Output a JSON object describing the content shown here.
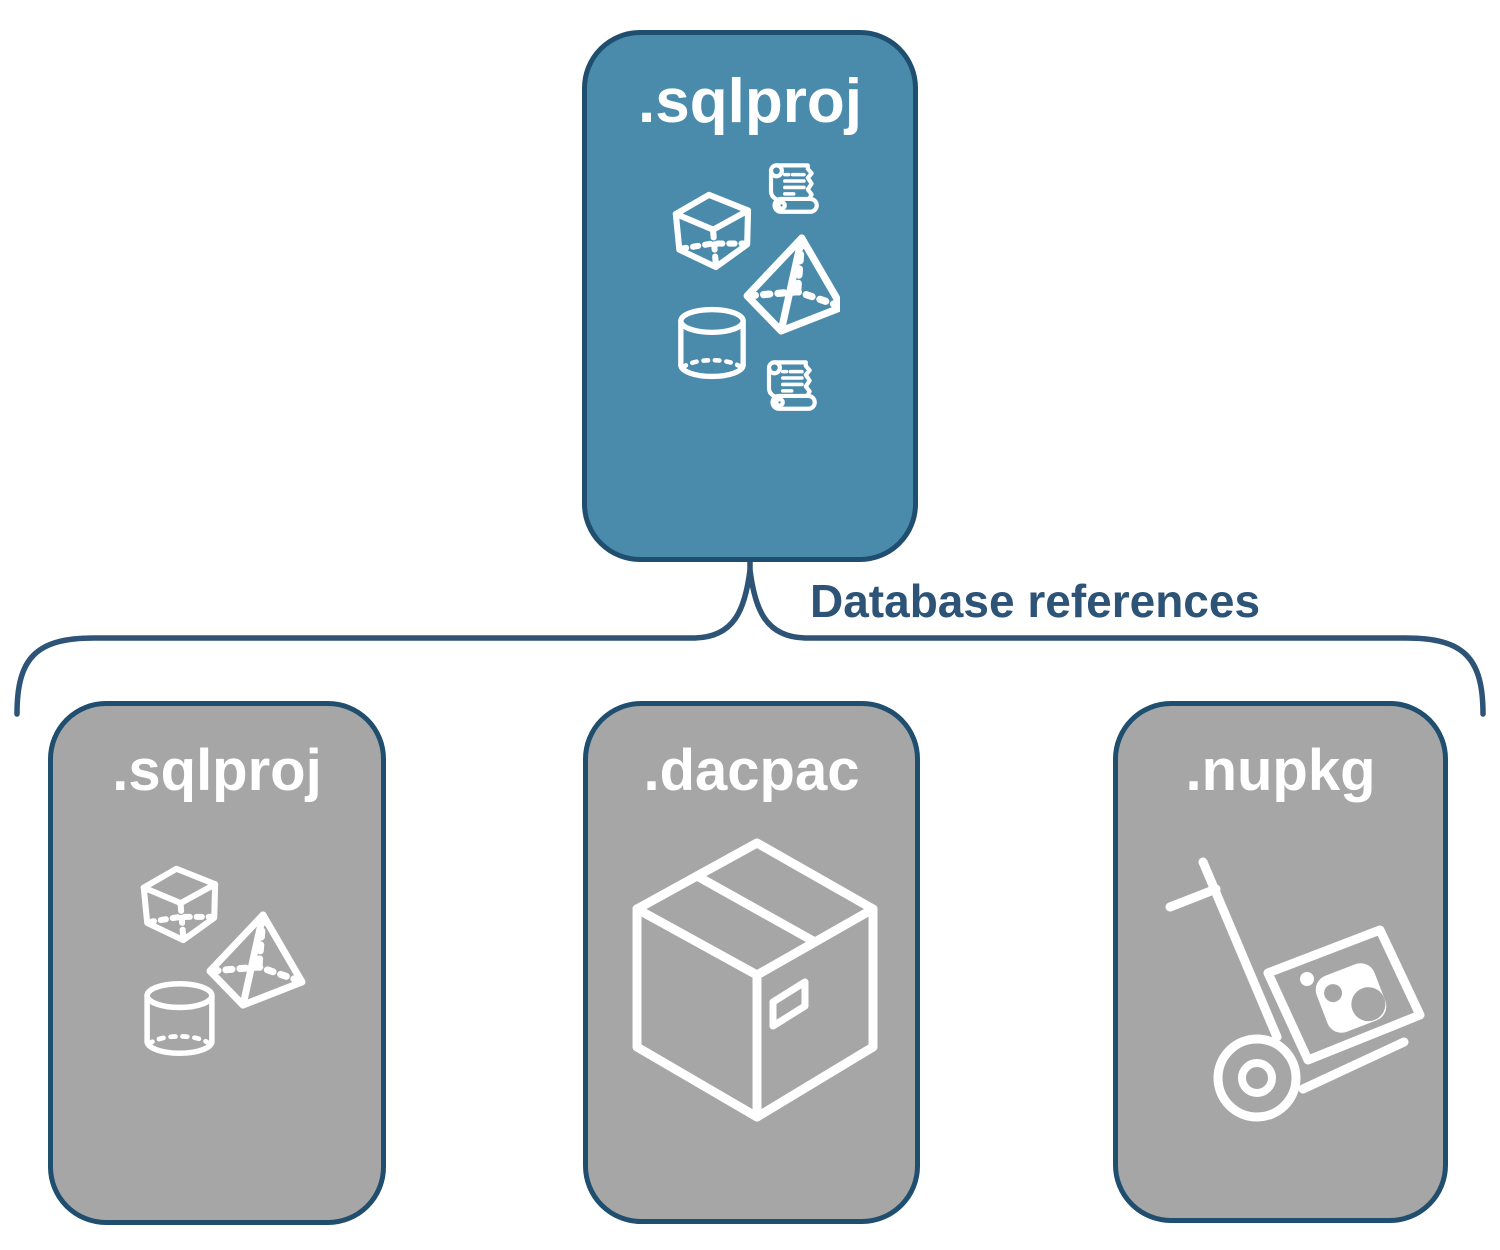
{
  "diagram": {
    "root_card": {
      "label": ".sqlproj",
      "icons": [
        "scroll",
        "cube",
        "pyramid",
        "cylinder",
        "scroll"
      ]
    },
    "connector": {
      "label": "Database references"
    },
    "child_cards": [
      {
        "label": ".sqlproj",
        "icons": [
          "cube",
          "pyramid",
          "cylinder"
        ]
      },
      {
        "label": ".dacpac",
        "icons": [
          "package-box"
        ]
      },
      {
        "label": ".nupkg",
        "icons": [
          "nuget-hand-truck"
        ]
      }
    ],
    "colors": {
      "root_card_fill": "#4a8bac",
      "child_card_fill": "#a6a6a6",
      "card_outline": "#1f4e6e",
      "connector_stroke": "#2d5377",
      "label_text": "#ffffff",
      "connector_text": "#2d5377",
      "icon_stroke": "#ffffff"
    }
  }
}
